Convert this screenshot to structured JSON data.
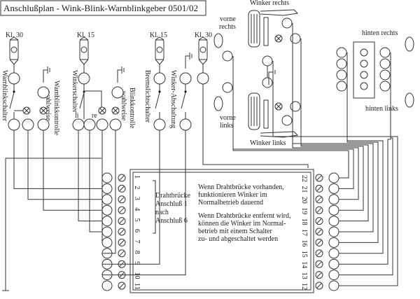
{
  "title": "Anschlußplan - Wink-Blink-Warnblinkgeber 0501/02",
  "fuse_labels": [
    "Kl. 30",
    "Kl. 15",
    "Kl. 15",
    "Kl. 30"
  ],
  "switch_labels": {
    "warnblink_switch": "Warnblinkschalter",
    "warnblink_lamp": "Warnblinkkontrolle",
    "warnblink_optional": "wahlweise",
    "winker_switch": "Winkerschalter",
    "left": "li",
    "right": "re",
    "blink_lamp": "Blinkkontrolle",
    "blink_optional": "wahlweise",
    "brake_switch": "Bremslichtschalter",
    "winker_cutoff": "Winker-Abschaltung"
  },
  "components": {
    "winker_rechts": "Winker rechts",
    "winker_links": "Winker links",
    "vorne_rechts": [
      "vorne",
      "rechts"
    ],
    "vorne_links": [
      "vorne",
      "links"
    ],
    "hinten_rechts": "hinten rechts",
    "hinten_links": "hinten links"
  },
  "terminals_left": [
    "1",
    "2",
    "3",
    "4",
    "5",
    "6",
    "7",
    "8",
    "9",
    "10",
    "11"
  ],
  "terminals_right": [
    "22",
    "21",
    "20",
    "19",
    "18",
    "17",
    "16",
    "15",
    "14",
    "13",
    "12"
  ],
  "bridge_note": [
    "Drahtbrücke",
    "Anschluß 1",
    "nach",
    "Anschluß 6"
  ],
  "note_present": [
    "Wenn Drahtbrücke vorhanden,",
    "funktionieren Winker im",
    "Normalbetrieb dauernd"
  ],
  "note_removed": [
    "Wenn Drahtbrücke entfernt wird,",
    "können die Winker im Normal-",
    "betrieb mit einem Schalter",
    "zu- und abgeschaltet werden"
  ]
}
